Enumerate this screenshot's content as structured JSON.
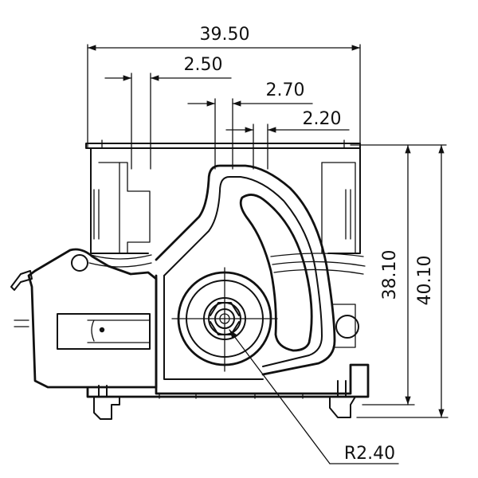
{
  "drawing": {
    "dimensions": {
      "overall_width": "39.50",
      "pin_width": "2.50",
      "shaft_width": "2.70",
      "slot_width": "2.20",
      "body_height": "38.10",
      "total_height": "40.10",
      "bore_radius": "R2.40"
    },
    "colors": {
      "line": "#111111",
      "background": "#ffffff"
    }
  }
}
